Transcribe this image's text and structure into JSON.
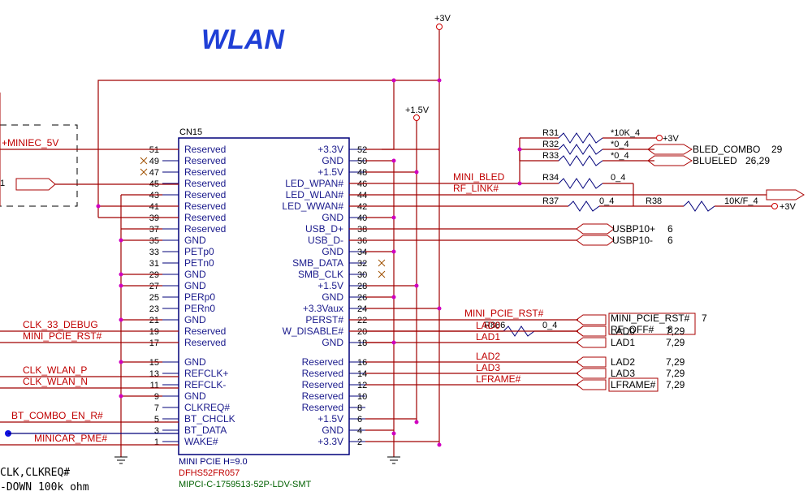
{
  "title": "WLAN",
  "rail_3v3": "+3V",
  "rail_1v5": "+1.5V",
  "connector": {
    "ref": "CN15",
    "footer1": "MINI PCIE H=9.0",
    "footer2": "DFHS52FR057",
    "footer3": "MIPCI-C-1759513-52P-LDV-SMT",
    "left_pins": [
      {
        "num": "51",
        "name": "Reserved"
      },
      {
        "num": "49",
        "name": "Reserved"
      },
      {
        "num": "47",
        "name": "Reserved"
      },
      {
        "num": "45",
        "name": "Reserved"
      },
      {
        "num": "43",
        "name": "Reserved"
      },
      {
        "num": "41",
        "name": "Reserved"
      },
      {
        "num": "39",
        "name": "Reserved"
      },
      {
        "num": "37",
        "name": "Reserved"
      },
      {
        "num": "35",
        "name": "GND"
      },
      {
        "num": "33",
        "name": "PETp0"
      },
      {
        "num": "31",
        "name": "PETn0"
      },
      {
        "num": "29",
        "name": "GND"
      },
      {
        "num": "27",
        "name": "GND"
      },
      {
        "num": "25",
        "name": "PERp0"
      },
      {
        "num": "23",
        "name": "PERn0"
      },
      {
        "num": "21",
        "name": "GND"
      },
      {
        "num": "19",
        "name": "Reserved"
      },
      {
        "num": "17",
        "name": "Reserved"
      },
      {
        "num": "15",
        "name": "GND"
      },
      {
        "num": "13",
        "name": "REFCLK+"
      },
      {
        "num": "11",
        "name": "REFCLK-"
      },
      {
        "num": "9",
        "name": "GND"
      },
      {
        "num": "7",
        "name": "CLKREQ#"
      },
      {
        "num": "5",
        "name": "BT_CHCLK"
      },
      {
        "num": "3",
        "name": "BT_DATA"
      },
      {
        "num": "1",
        "name": "WAKE#"
      }
    ],
    "right_pins": [
      {
        "num": "52",
        "name": "+3.3V"
      },
      {
        "num": "50",
        "name": "GND"
      },
      {
        "num": "48",
        "name": "+1.5V"
      },
      {
        "num": "46",
        "name": "LED_WPAN#"
      },
      {
        "num": "44",
        "name": "LED_WLAN#"
      },
      {
        "num": "42",
        "name": "LED_WWAN#"
      },
      {
        "num": "40",
        "name": "GND"
      },
      {
        "num": "38",
        "name": "USB_D+"
      },
      {
        "num": "36",
        "name": "USB_D-"
      },
      {
        "num": "34",
        "name": "GND"
      },
      {
        "num": "32",
        "name": "SMB_DATA"
      },
      {
        "num": "30",
        "name": "SMB_CLK"
      },
      {
        "num": "28",
        "name": "+1.5V"
      },
      {
        "num": "26",
        "name": "GND"
      },
      {
        "num": "24",
        "name": "+3.3Vaux"
      },
      {
        "num": "22",
        "name": "PERST#"
      },
      {
        "num": "20",
        "name": "W_DISABLE#"
      },
      {
        "num": "18",
        "name": "GND"
      },
      {
        "num": "16",
        "name": "Reserved"
      },
      {
        "num": "14",
        "name": "Reserved"
      },
      {
        "num": "12",
        "name": "Reserved"
      },
      {
        "num": "10",
        "name": "Reserved"
      },
      {
        "num": "8",
        "name": "Reserved"
      },
      {
        "num": "6",
        "name": "+1.5V"
      },
      {
        "num": "4",
        "name": "GND"
      },
      {
        "num": "2",
        "name": "+3.3V"
      }
    ]
  },
  "left_nets": {
    "miniec": "+MINIEC_5V",
    "clk33": "CLK_33_DEBUG",
    "minirst": "MINI_PCIE_RST#",
    "clkp": "CLK_WLAN_P",
    "clkn": "CLK_WLAN_N",
    "btcombo": "BT_COMBO_EN_R#",
    "pme": "MINICAR_PME#",
    "partial1": "1"
  },
  "right_nets": {
    "mini_bled": "MINI_BLED",
    "rf_link": "RF_LINK#",
    "mini_pcie_rst": "MINI_PCIE_RST#",
    "lad0": "LAD0",
    "lad1": "LAD1",
    "lad2": "LAD2",
    "lad3": "LAD3",
    "lframe": "LFRAME#"
  },
  "resistors": {
    "r31": "R31",
    "r31v": "*10K_4",
    "r32": "R32",
    "r32v": "*0_4",
    "r33": "R33",
    "r33v": "*0_4",
    "r34": "R34",
    "r34v": "0_4",
    "r37": "R37",
    "r37v": "0_4",
    "r38": "R38",
    "r38v": "10K/F_4",
    "r886": "R886",
    "r886v": "0_4",
    "p3v": "+3V"
  },
  "offpage": {
    "bled_combo": "BLED_COMBO",
    "bled_combo_ref": "29",
    "blueled": "BLUELED",
    "blueled_ref": "26,29",
    "usbp10p": "USBP10+",
    "usbp10p_ref": "6",
    "usbp10n": "USBP10-",
    "usbp10n_ref": "6",
    "mini_pcie_rst": "MINI_PCIE_RST#",
    "mini_pcie_rst_ref": "7",
    "rf_off": "RF_OFF#",
    "rf_off_ref": "8",
    "lad0": "LAD0",
    "lad0_ref": "7,29",
    "lad1": "LAD1",
    "lad1_ref": "7,29",
    "lad2": "LAD2",
    "lad2_ref": "7,29",
    "lad3": "LAD3",
    "lad3_ref": "7,29",
    "lframe": "LFRAME#",
    "lframe_ref": "7,29"
  },
  "notes": {
    "line1": "CLK,CLKREQ#",
    "line2": "-DOWN 100k ohm"
  }
}
